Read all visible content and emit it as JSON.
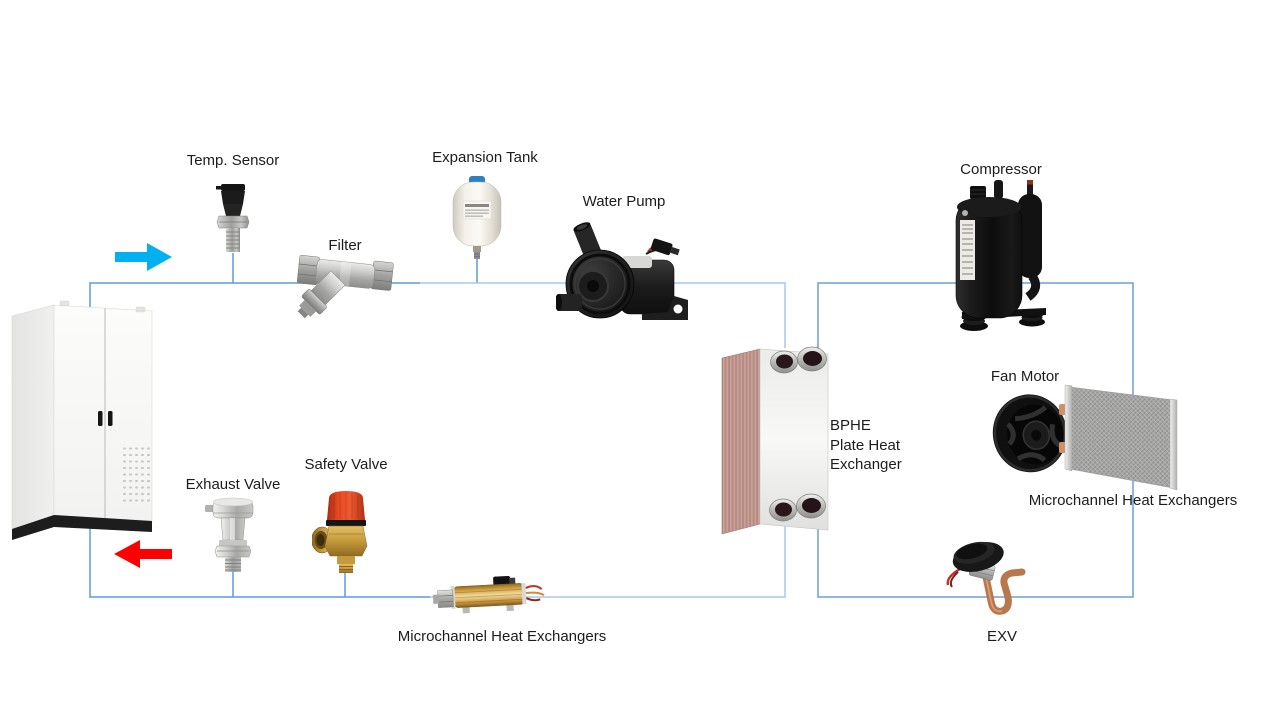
{
  "diagram": {
    "labels": {
      "temp_sensor": "Temp. Sensor",
      "expansion_tank": "Expansion Tank",
      "water_pump": "Water Pump",
      "filter": "Filter",
      "compressor": "Compressor",
      "fan_motor": "Fan Motor",
      "bphe": "BPHE\nPlate Heat\nExchanger",
      "microchannel_right": "Microchannel Heat Exchangers",
      "microchannel_bottom": "Microchannel Heat Exchangers",
      "exhaust_valve": "Exhaust Valve",
      "safety_valve": "Safety Valve",
      "exv": "EXV"
    },
    "colors": {
      "pipe_dark": "#5b9bd5",
      "pipe_light": "#a9c7e8",
      "pipe_refrigerant": "#6ba0d4",
      "flow_in_arrow": "#00b0f0",
      "flow_out_arrow": "#ff0000"
    }
  }
}
